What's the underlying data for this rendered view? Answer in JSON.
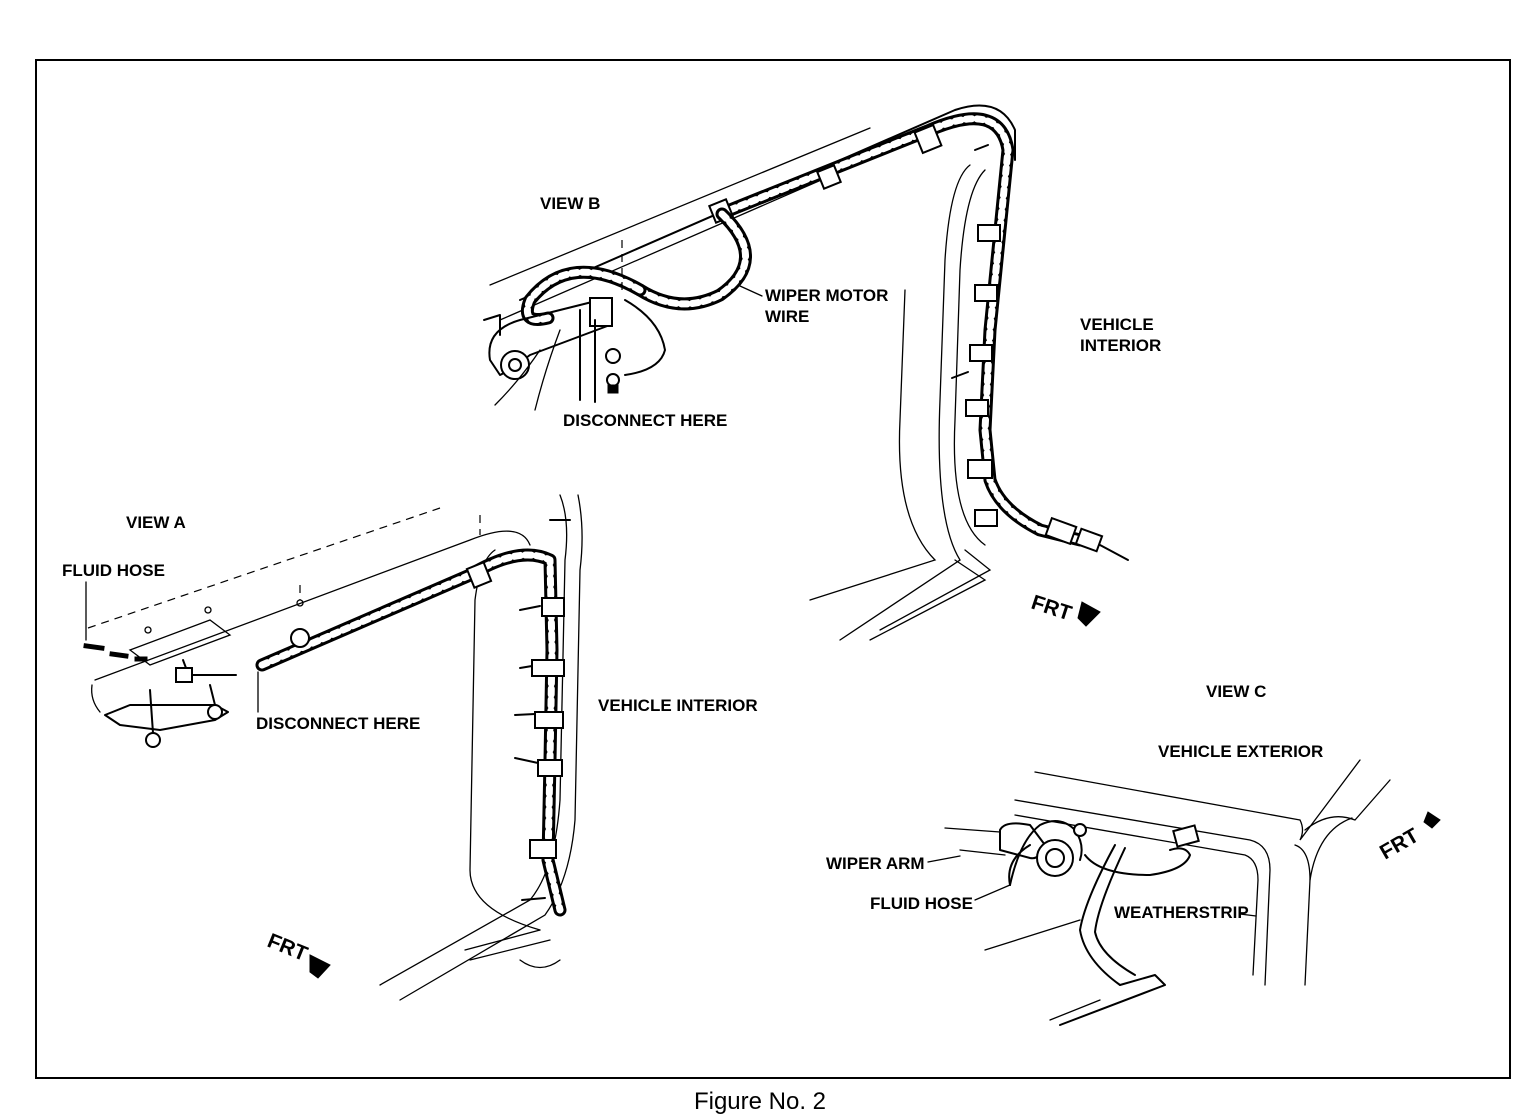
{
  "figure": {
    "caption": "Figure No. 2"
  },
  "view_b": {
    "title": "VIEW B",
    "label_wiper_motor_line1": "WIPER MOTOR",
    "label_wiper_motor_line2": "WIRE",
    "label_disconnect": "DISCONNECT HERE",
    "label_interior_line1": "VEHICLE",
    "label_interior_line2": "INTERIOR",
    "label_frt": "FRT"
  },
  "view_a": {
    "title": "VIEW A",
    "label_fluid_hose": "FLUID HOSE",
    "label_disconnect": "DISCONNECT HERE",
    "label_interior": "VEHICLE INTERIOR",
    "label_frt": "FRT"
  },
  "view_c": {
    "title": "VIEW C",
    "label_exterior": "VEHICLE EXTERIOR",
    "label_wiper_arm": "WIPER ARM",
    "label_fluid_hose": "FLUID HOSE",
    "label_weatherstrip": "WEATHERSTRIP",
    "label_frt": "FRT"
  },
  "colors": {
    "ink": "#000000",
    "paper": "#ffffff"
  }
}
